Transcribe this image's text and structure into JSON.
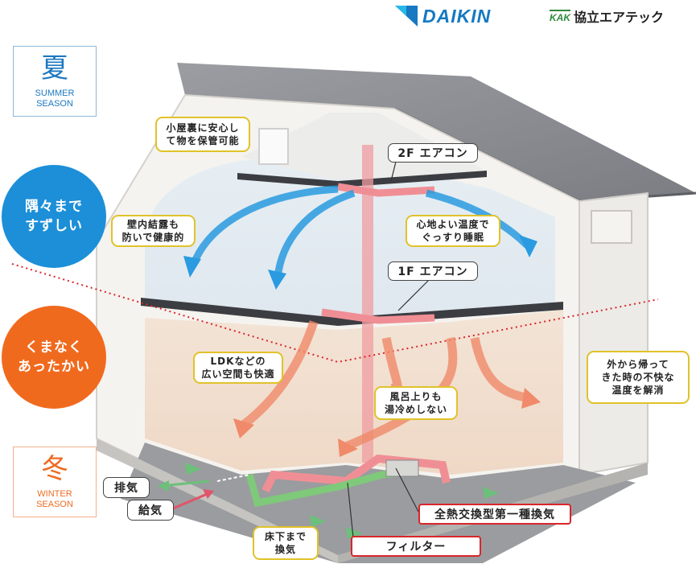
{
  "logos": {
    "daikin": "DAIKIN",
    "kak_mark": "KAK",
    "kyoritsu": "協立エアテック"
  },
  "seasons": {
    "summer": {
      "kanji": "夏",
      "line1": "SUMMER",
      "line2": "SEASON",
      "color": "#1c78c0"
    },
    "winter": {
      "kanji": "冬",
      "line1": "WINTER",
      "line2": "SEASON",
      "color": "#ee6b22"
    }
  },
  "circles": {
    "summer": {
      "line1": "隅々まで",
      "line2": "すずしい",
      "color": "#1c8fd8"
    },
    "winter": {
      "line1": "くまなく",
      "line2": "あったかい",
      "color": "#f06a1e"
    }
  },
  "callouts": {
    "attic": {
      "line1": "小屋裏に安心し",
      "line2": "て物を保管可能"
    },
    "condensation": {
      "line1": "壁内結露も",
      "line2": "防いで健康的"
    },
    "sleep": {
      "line1": "心地よい温度で",
      "line2": "ぐっすり睡眠"
    },
    "ldk": {
      "line1": "LDKなどの",
      "line2": "広い空間も快適"
    },
    "bath": {
      "line1": "風呂上りも",
      "line2": "湯冷めしない"
    },
    "outside": {
      "line1": "外から帰って",
      "line2": "きた時の不快な",
      "line3": "温度を解消"
    },
    "underfloor": {
      "line1": "床下まで",
      "line2": "換気"
    }
  },
  "labels": {
    "ac2f": "2F エアコン",
    "ac1f": "1F エアコン",
    "exhaust": "排気",
    "supply": "給気",
    "heat_exchange": "全熱交換型第一種換気",
    "filter": "フィルター"
  },
  "colors": {
    "roof": "#8d8f95",
    "wall": "#f4f2ee",
    "cool_arrow": "#2a9be0",
    "warm_arrow": "#f08a6a",
    "duct_pink": "#ef8f95",
    "duct_green": "#7fc97a",
    "divider": "#d8262c"
  }
}
